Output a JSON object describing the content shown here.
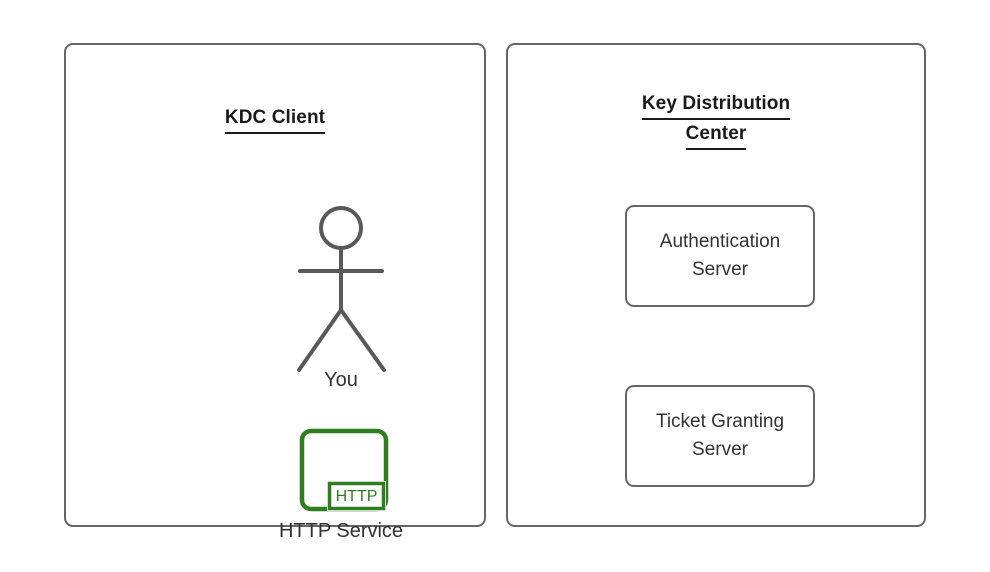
{
  "diagram": {
    "title": "Kerberos KDC overview diagram",
    "background": "#ffffff",
    "colors": {
      "panel_border": "#666666",
      "box_border": "#666666",
      "text": "#333333",
      "title_text": "#1a1a1a",
      "http_green": "#2f7d20",
      "figure_stroke": "#595959"
    }
  },
  "panels": [
    {
      "id": "kdc-client",
      "title_lines": [
        "KDC Client"
      ],
      "nodes": [
        {
          "id": "user",
          "type": "actor",
          "label": "You"
        },
        {
          "id": "http-service",
          "type": "service-icon",
          "label": "HTTP Service",
          "badge": "HTTP"
        }
      ]
    },
    {
      "id": "key-distribution-center",
      "title_lines": [
        "Key Distribution",
        "Center"
      ],
      "nodes": [
        {
          "id": "authentication-server",
          "type": "box",
          "label_line1": "Authentication",
          "label_line2": "Server"
        },
        {
          "id": "ticket-granting-server",
          "type": "box",
          "label_line1": "Ticket Granting",
          "label_line2": "Server"
        }
      ]
    }
  ]
}
